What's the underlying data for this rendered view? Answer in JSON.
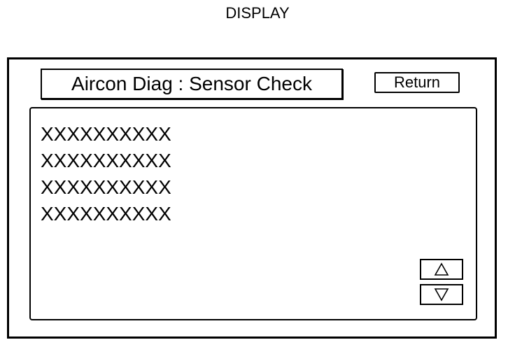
{
  "header": {
    "caption": "DISPLAY"
  },
  "screen": {
    "title": "Aircon Diag : Sensor Check",
    "return_label": "Return",
    "items": [
      "XXXXXXXXXX",
      "XXXXXXXXXX",
      "XXXXXXXXXX",
      "XXXXXXXXXX"
    ],
    "scroll": {
      "up_icon": "triangle-up-icon",
      "down_icon": "triangle-down-icon"
    }
  }
}
